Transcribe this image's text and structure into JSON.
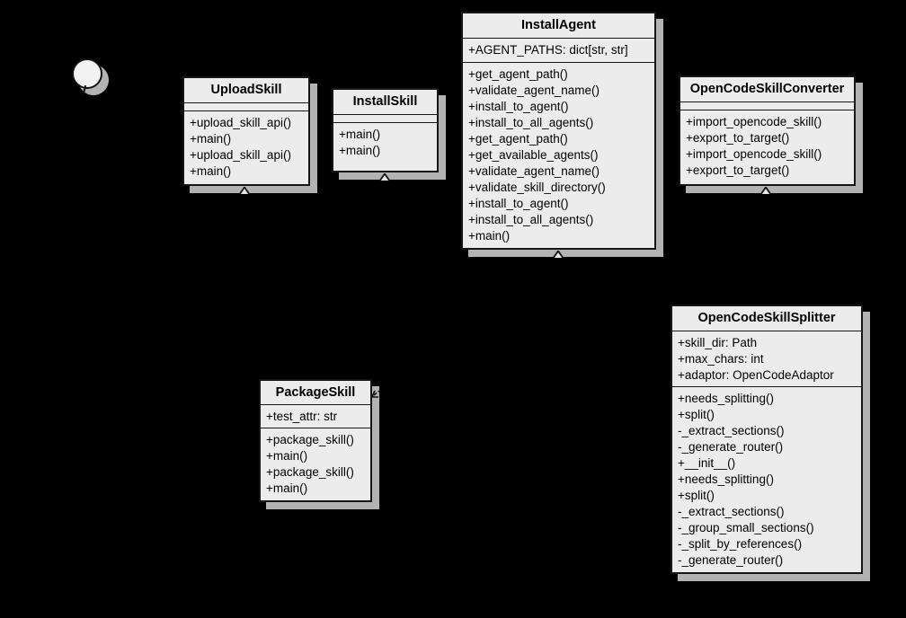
{
  "diagram": {
    "kind": "uml-class-diagram",
    "background": "#000000",
    "node_fill": "#ececec",
    "node_border": "#161616",
    "shadow_color": "#b3b3b3",
    "text_color": "#000000"
  },
  "classes": [
    {
      "name": "UploadSkill",
      "attributes": [],
      "methods": [
        "+upload_skill_api()",
        "+main()",
        "+upload_skill_api()",
        "+main()"
      ]
    },
    {
      "name": "InstallSkill",
      "attributes": [],
      "methods": [
        "+main()",
        "+main()"
      ]
    },
    {
      "name": "InstallAgent",
      "attributes": [
        "+AGENT_PATHS: dict[str, str]"
      ],
      "methods": [
        "+get_agent_path()",
        "+validate_agent_name()",
        "+install_to_agent()",
        "+install_to_all_agents()",
        "+get_agent_path()",
        "+get_available_agents()",
        "+validate_agent_name()",
        "+validate_skill_directory()",
        "+install_to_agent()",
        "+install_to_all_agents()",
        "+main()"
      ]
    },
    {
      "name": "OpenCodeSkillConverter",
      "attributes": [],
      "methods": [
        "+import_opencode_skill()",
        "+export_to_target()",
        "+import_opencode_skill()",
        "+export_to_target()"
      ]
    },
    {
      "name": "PackageSkill",
      "attributes": [
        "+test_attr: str"
      ],
      "methods": [
        "+package_skill()",
        "+main()",
        "+package_skill()",
        "+main()"
      ]
    },
    {
      "name": "OpenCodeSkillSplitter",
      "attributes": [
        "+skill_dir: Path",
        "+max_chars: int",
        "+adaptor: OpenCodeAdaptor"
      ],
      "methods": [
        "+needs_splitting()",
        "+split()",
        "-_extract_sections()",
        "-_generate_router()",
        "+__init__()",
        "+needs_splitting()",
        "+split()",
        "-_extract_sections()",
        "-_group_small_sections()",
        "-_split_by_references()",
        "-_generate_router()"
      ]
    }
  ],
  "connectors": [
    {
      "type": "inheritance-arrowhead",
      "at": "bottom of UploadSkill"
    },
    {
      "type": "inheritance-arrowhead",
      "at": "bottom of InstallSkill"
    },
    {
      "type": "inheritance-arrowhead",
      "at": "bottom of InstallAgent"
    },
    {
      "type": "inheritance-arrowhead",
      "at": "bottom of OpenCodeSkillConverter"
    },
    {
      "type": "association-arrowhead",
      "at": "top-right of PackageSkill"
    }
  ],
  "other_nodes": [
    {
      "type": "circle-node",
      "at": "top-left"
    }
  ]
}
